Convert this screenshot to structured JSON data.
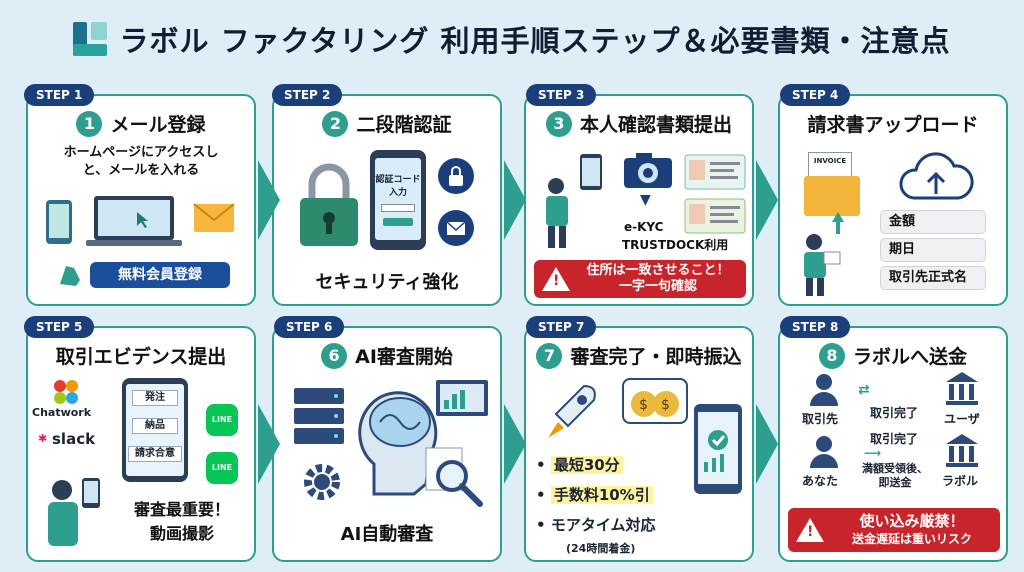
{
  "header": {
    "title": "ラボル ファクタリング 利用手順ステップ＆必要書類・注意点"
  },
  "colors": {
    "accent": "#2e9e8e",
    "navy": "#1b3f7a",
    "warning": "#c8242b",
    "background": "#dfeef6"
  },
  "steps": [
    {
      "badge": "STEP 1",
      "num": "1",
      "title": "メール登録",
      "desc1": "ホームページにアクセスし",
      "desc2": "と、メールを入れる",
      "button": "無料会員登録"
    },
    {
      "badge": "STEP 2",
      "num": "2",
      "title": "二段階認証",
      "phone_text1": "認証コード",
      "phone_text2": "入力",
      "caption": "セキュリティ強化"
    },
    {
      "badge": "STEP 3",
      "num": "3",
      "title": "本人確認書類提出",
      "ekyc1": "e-KYC",
      "ekyc2": "TRUSTDOCK利用",
      "warn1": "住所は一致させること！",
      "warn2": "一字一句確認"
    },
    {
      "badge": "STEP 4",
      "title": "請求書アップロード",
      "invoice": "INVOICE",
      "fields": [
        "金額",
        "期日",
        "取引先正式名"
      ]
    },
    {
      "badge": "STEP 5",
      "title": "取引エビデンス提出",
      "apps": [
        "Chatwork",
        "slack"
      ],
      "flow": [
        "発注",
        "納品",
        "請求合意"
      ],
      "line": "LINE",
      "caption1": "審査最重要！",
      "caption2": "動画撮影"
    },
    {
      "badge": "STEP 6",
      "num": "6",
      "title": "AI審査開始",
      "caption": "AI自動審査"
    },
    {
      "badge": "STEP 7",
      "num": "7",
      "title": "審査完了・即時振込",
      "points": [
        "最短30分",
        "手数料10%引",
        "モアタイム対応"
      ],
      "note": "(24時間着金)"
    },
    {
      "badge": "STEP 8",
      "num": "8",
      "title": "ラボルへ送金",
      "row1": {
        "left": "取引先",
        "mid": "取引完了",
        "right": "ユーザ"
      },
      "row2": {
        "left": "あなた",
        "mid": "取引完了",
        "mid2": "満額受領後、",
        "mid3": "即送金",
        "right": "ラボル"
      },
      "warn1": "使い込み厳禁！",
      "warn2": "送金遅延は重いリスク"
    }
  ]
}
